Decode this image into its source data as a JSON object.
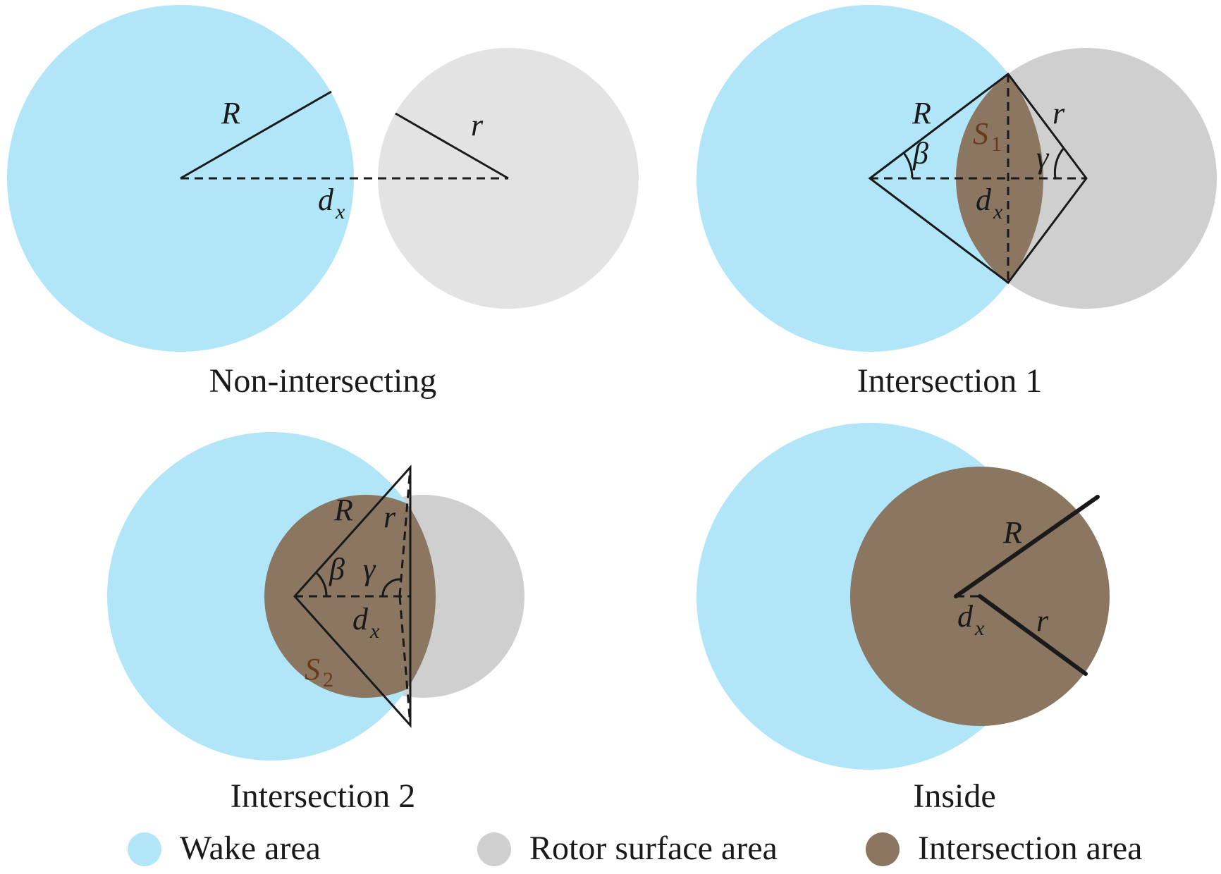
{
  "colors": {
    "wake": "#b1e5f8",
    "rotor": "#e3e3e3",
    "rotor_dark": "#cfcfcf",
    "intersection": "#8a7661"
  },
  "panels": {
    "non_intersecting": {
      "caption": "Non-intersecting",
      "R": "R",
      "r": "r",
      "d": "d",
      "d_sub": "x"
    },
    "intersection_1": {
      "caption": "Intersection 1",
      "R": "R",
      "r": "r",
      "d": "d",
      "d_sub": "x",
      "beta": "β",
      "gamma": "γ",
      "S": "S",
      "S_sub": "1"
    },
    "intersection_2": {
      "caption": "Intersection 2",
      "R": "R",
      "r": "r",
      "d": "d",
      "d_sub": "x",
      "beta": "β",
      "gamma": "γ",
      "S": "S",
      "S_sub": "2"
    },
    "inside": {
      "caption": "Inside",
      "R": "R",
      "r": "r",
      "d": "d",
      "d_sub": "x"
    }
  },
  "legend": [
    {
      "label": "Wake area",
      "color": "#b1e5f8"
    },
    {
      "label": "Rotor surface area",
      "color": "#cfcfcf"
    },
    {
      "label": "Intersection area",
      "color": "#8a7661"
    }
  ]
}
